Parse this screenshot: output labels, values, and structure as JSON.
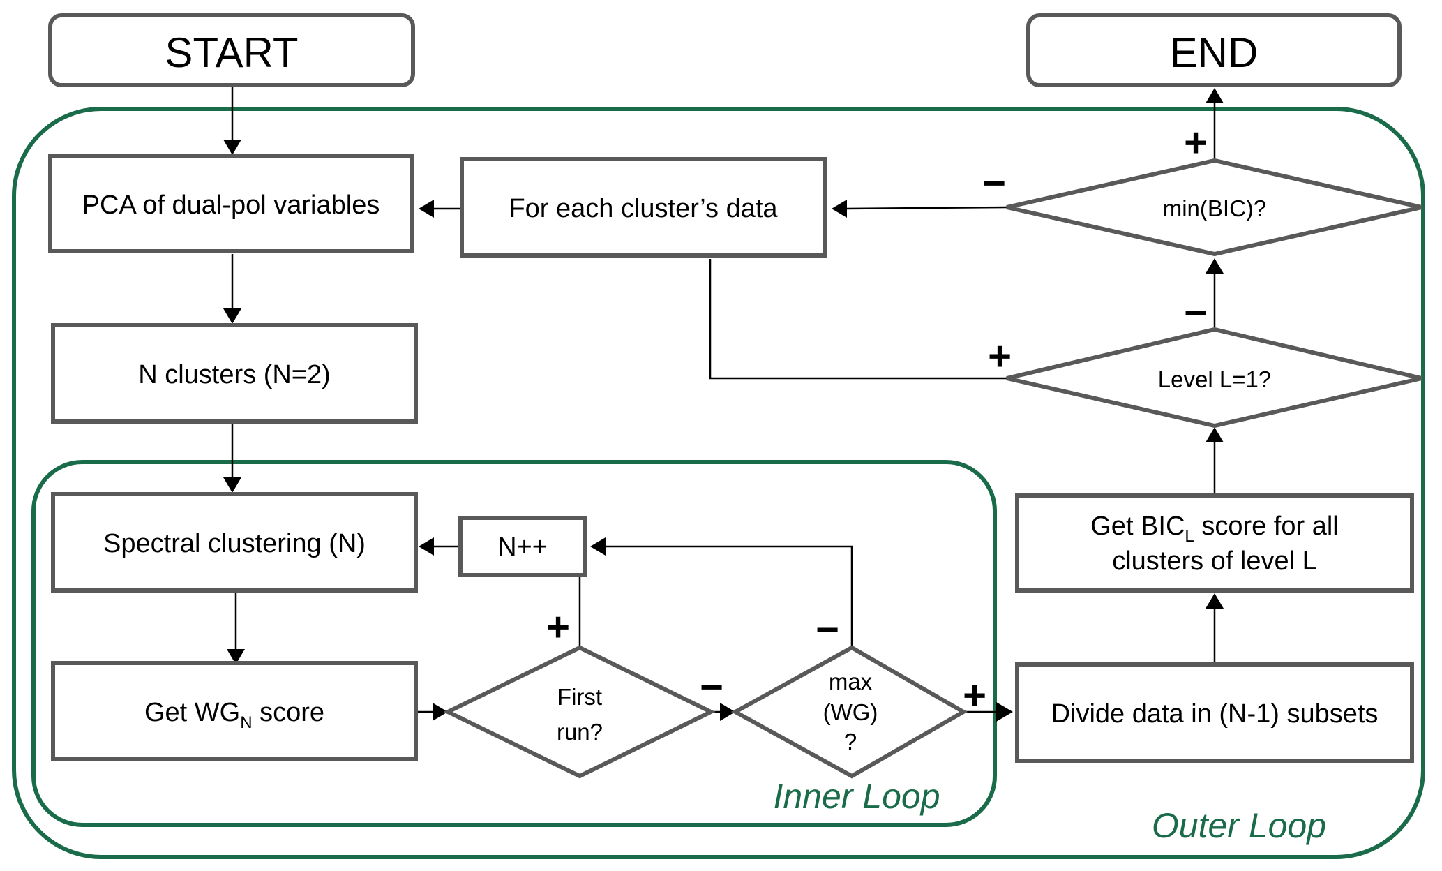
{
  "terminals": {
    "start": "START",
    "end": "END"
  },
  "boxes": {
    "pca": "PCA of dual-pol variables",
    "for_each": "For each cluster’s data",
    "n_clusters": "N clusters (N=2)",
    "spectral": "Spectral clustering (N)",
    "n_increment": "N++",
    "get_wg": {
      "main": "Get WG",
      "sub": "N",
      "tail": " score"
    },
    "divide": "Divide data in (N-1) subsets",
    "get_bic": {
      "line1_main": "Get BIC",
      "line1_sub": "L",
      "line1_tail": " score for all",
      "line2": "clusters of level L"
    }
  },
  "decisions": {
    "min_bic": "min(BIC)?",
    "level": "Level L=1?",
    "first_run": {
      "line1": "First",
      "line2": "run?"
    },
    "max_wg": {
      "line1": "max",
      "line2": "(WG)",
      "line3": "?"
    }
  },
  "signs": {
    "min_bic_yes": "+",
    "min_bic_no": "−",
    "level_yes": "+",
    "level_no": "−",
    "first_run_yes": "+",
    "first_run_no": "−",
    "max_wg_yes": "+",
    "max_wg_no": "−"
  },
  "loops": {
    "inner": "Inner Loop",
    "outer": "Outer Loop"
  },
  "colors": {
    "loop": "#1a6b4a",
    "box_border": "#595959",
    "arrow": "#000000"
  }
}
